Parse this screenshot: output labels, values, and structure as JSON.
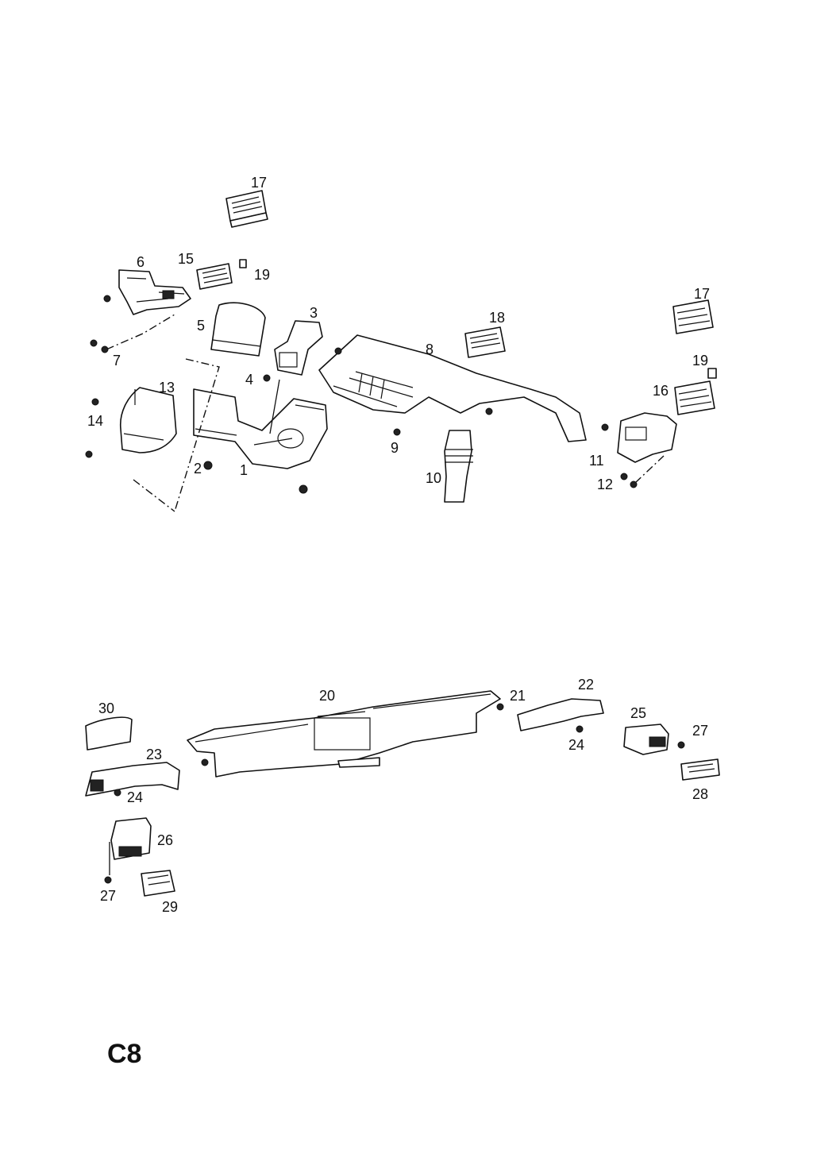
{
  "section_code": "C8",
  "callouts": [
    {
      "id": "17",
      "label": "17"
    },
    {
      "id": "6",
      "label": "6"
    },
    {
      "id": "15",
      "label": "15"
    },
    {
      "id": "19",
      "label": "19"
    },
    {
      "id": "5",
      "label": "5"
    },
    {
      "id": "3",
      "label": "3"
    },
    {
      "id": "7",
      "label": "7"
    },
    {
      "id": "13",
      "label": "13"
    },
    {
      "id": "4",
      "label": "4"
    },
    {
      "id": "14",
      "label": "14"
    },
    {
      "id": "2",
      "label": "2"
    },
    {
      "id": "1",
      "label": "1"
    },
    {
      "id": "8",
      "label": "8"
    },
    {
      "id": "18",
      "label": "18"
    },
    {
      "id": "9",
      "label": "9"
    },
    {
      "id": "10",
      "label": "10"
    },
    {
      "id": "17b",
      "label": "17"
    },
    {
      "id": "19b",
      "label": "19"
    },
    {
      "id": "16",
      "label": "16"
    },
    {
      "id": "11",
      "label": "11"
    },
    {
      "id": "12",
      "label": "12"
    },
    {
      "id": "20",
      "label": "20"
    },
    {
      "id": "21",
      "label": "21"
    },
    {
      "id": "22",
      "label": "22"
    },
    {
      "id": "30",
      "label": "30"
    },
    {
      "id": "25",
      "label": "25"
    },
    {
      "id": "27",
      "label": "27"
    },
    {
      "id": "24",
      "label": "24"
    },
    {
      "id": "23",
      "label": "23"
    },
    {
      "id": "24b",
      "label": "24"
    },
    {
      "id": "28",
      "label": "28"
    },
    {
      "id": "26",
      "label": "26"
    },
    {
      "id": "27b",
      "label": "27"
    },
    {
      "id": "29",
      "label": "29"
    }
  ]
}
